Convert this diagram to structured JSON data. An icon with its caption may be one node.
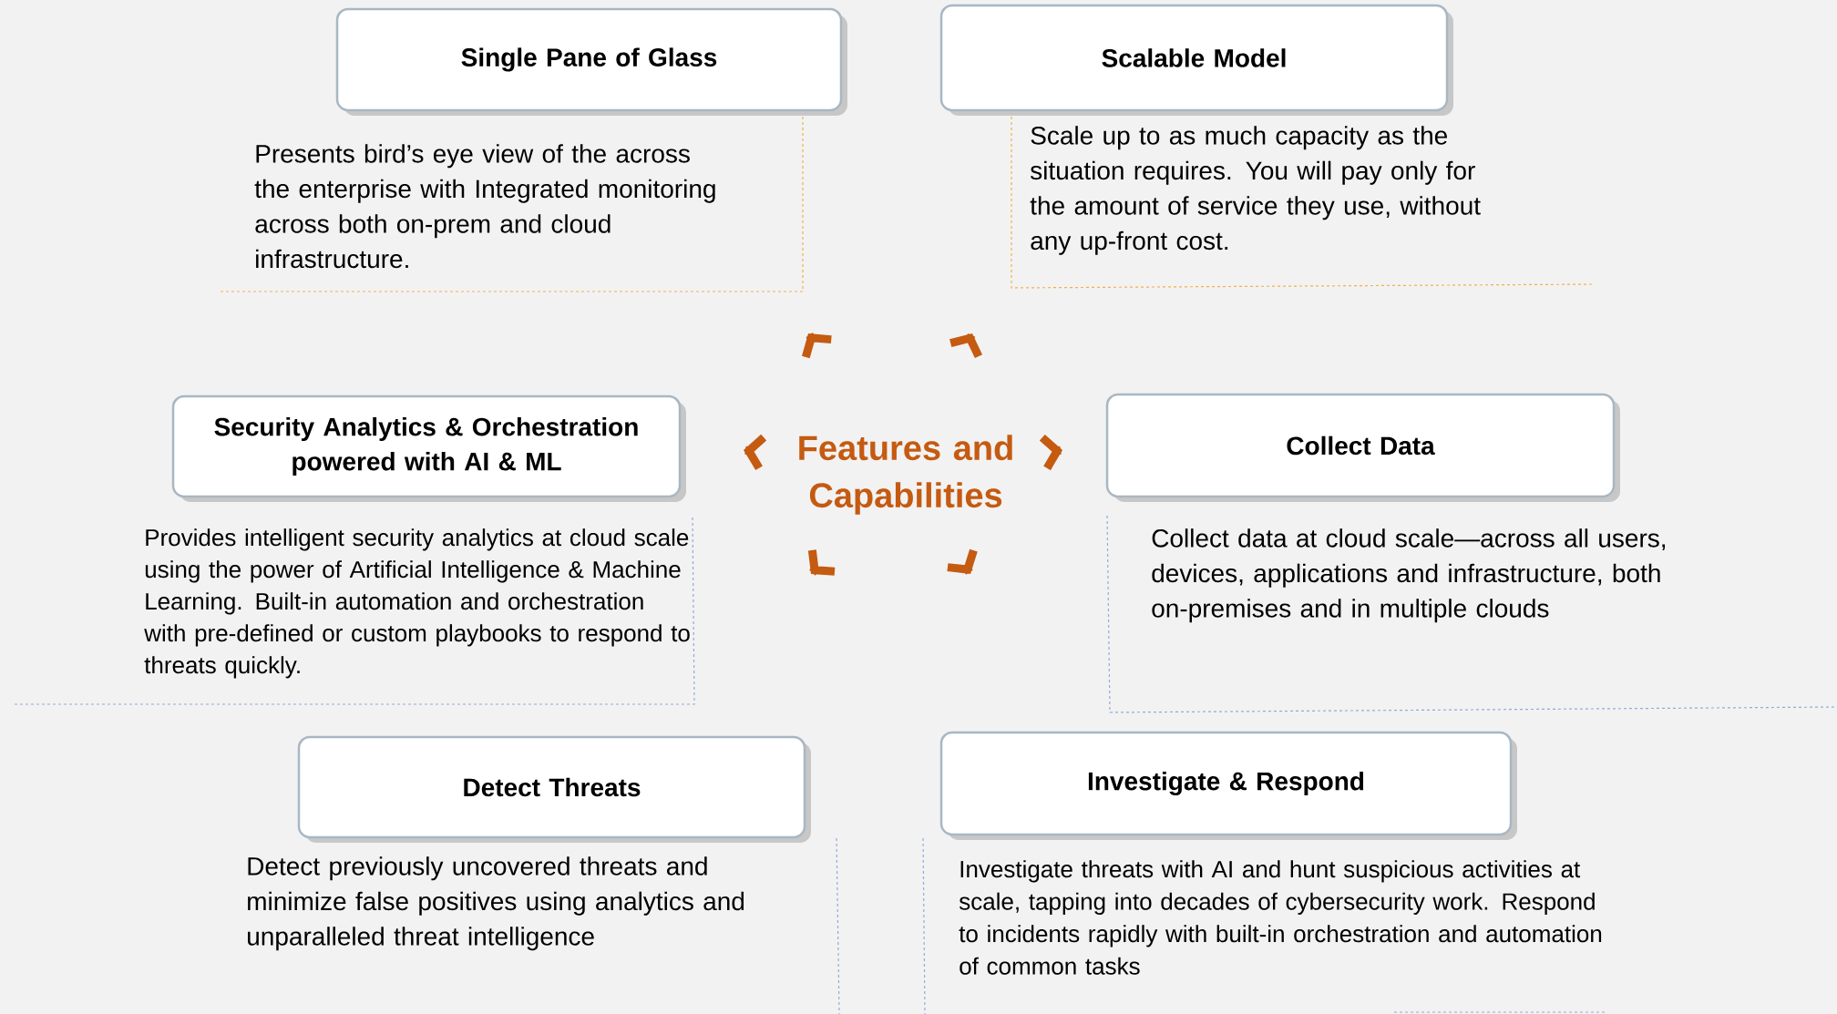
{
  "diagram": {
    "nodes": [
      {
        "text": [
          "Features and Capabilities"
        ]
      },
      {
        "text": [
          "Single Pane of Glass"
        ],
        "beside": [
          "Presents bird’s eye view of the across the enterprise with Integrated monitoring across both on-prem and cloud infrastructure."
        ]
      },
      {
        "text": [
          "Scalable Model"
        ],
        "beside": [
          "Scale up to as much capacity as the situation requires. You will pay only for the amount of service they use, without any up-front cost."
        ]
      },
      {
        "text": [
          "Security Analytics & Orchestration powered with AI & ML"
        ],
        "beside": [
          "Provides intelligent security analytics at cloud scale using the power of Artificial Intelligence & Machine Learning. Built-in automation and orchestration with pre-defined or custom playbooks to respond to threats quickly."
        ]
      },
      {
        "text": [
          "Collect Data"
        ],
        "beside": [
          "Collect data at cloud scale—across all users, devices, applications and infrastructure, both on-premises and in multiple clouds"
        ]
      },
      {
        "text": [
          "Detect Threats"
        ],
        "beside": [
          "Detect previously uncovered threats and minimize false positives using analytics and unparalleled threat intelligence"
        ]
      },
      {
        "text": [
          "Investigate & Respond"
        ],
        "beside": [
          "Investigate threats with AI and hunt suspicious activities at scale, tapping into decades of cybersecurity work. Respond to incidents rapidly with built-in orchestration and automation of common tasks"
        ]
      }
    ]
  }
}
